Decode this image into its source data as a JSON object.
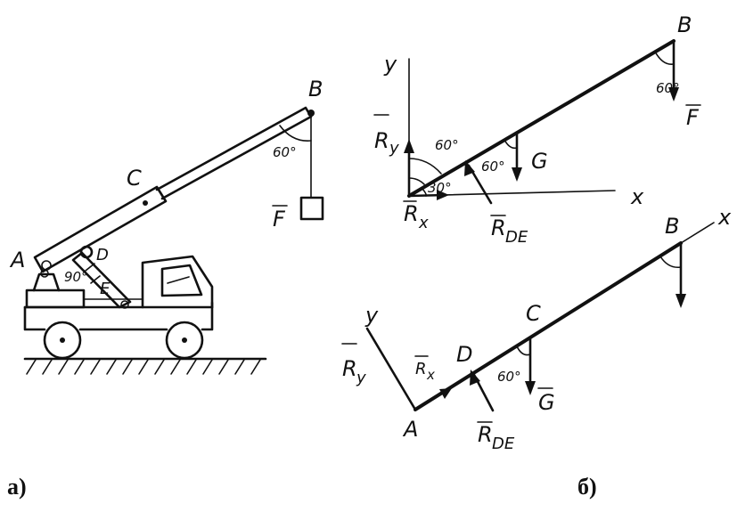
{
  "captions": {
    "left": "а)",
    "right": "б)"
  },
  "crane": {
    "point_b": "B",
    "point_c": "C",
    "point_a": "A",
    "point_d": "D",
    "point_e": "E",
    "load": "F",
    "angle_rope": "60°",
    "angle_d": "90°"
  },
  "fbd_top": {
    "axis_y": "y",
    "axis_x": "x",
    "point_b": "B",
    "force_f": "F",
    "force_g": "G",
    "ry": "R",
    "ry_sub": "y",
    "rx": "R",
    "rx_sub": "x",
    "rde": "R",
    "rde_sub": "DE",
    "angle_60_b": "60°",
    "angle_60_top": "60°",
    "angle_60_mid": "60°",
    "angle_30": "30°"
  },
  "fbd_bottom": {
    "axis_y": "y",
    "axis_x": "x",
    "point_b": "B",
    "point_c": "C",
    "point_d": "D",
    "point_a": "A",
    "force_g": "G",
    "ry": "R",
    "ry_sub": "y",
    "rx": "R",
    "rx_sub": "x",
    "rde": "R",
    "rde_sub": "DE",
    "angle_60": "60°"
  }
}
